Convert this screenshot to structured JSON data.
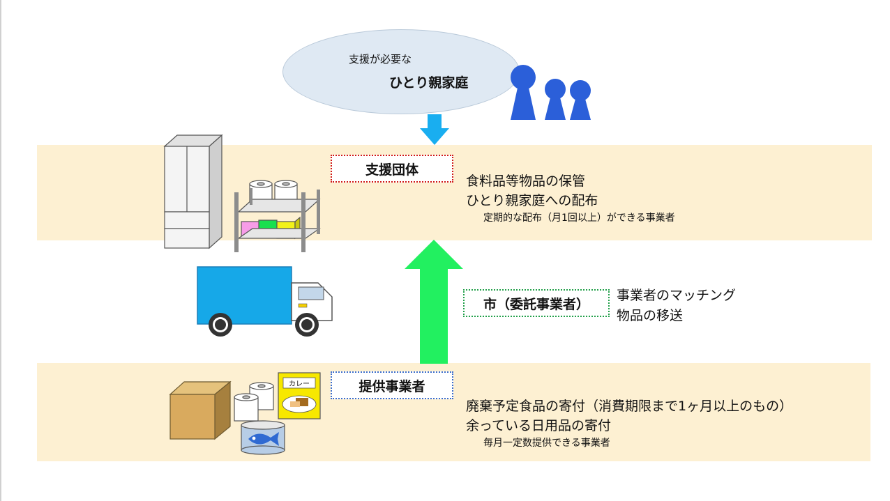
{
  "recipient": {
    "line1": "支援が必要な",
    "line2": "ひとり親家庭"
  },
  "support_group": {
    "label": "支援団体",
    "role_lines": [
      "食料品等物品の保管",
      "ひとり親家庭への配布"
    ],
    "condition": "定期的な配布（月1回以上）ができる事業者"
  },
  "city": {
    "label": "市（委託事業者）",
    "role_lines": [
      "事業者のマッチング",
      "物品の移送"
    ]
  },
  "provider": {
    "label": "提供事業者",
    "role_lines": [
      "廃棄予定食品の寄付（消費期限まで1ヶ月以上のもの）",
      "余っている日用品の寄付"
    ],
    "condition": "毎月一定数提供できる事業者"
  },
  "curry_label": "カレー",
  "colors": {
    "band": "#fdf0d2",
    "cloud": "#dfe9f3",
    "people": "#2b5fd9",
    "down_arrow": "#19aef0",
    "up_arrow": "#22f060",
    "truck_body": "#16a8e8"
  }
}
